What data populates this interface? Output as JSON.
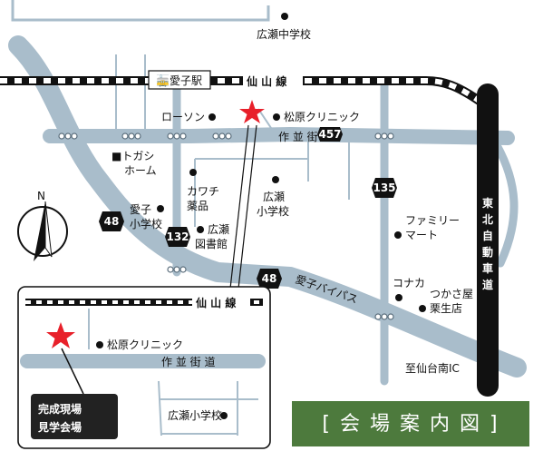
{
  "map": {
    "title": "[ 会 場 案 内 図 ]",
    "accent_color": "#e8202a",
    "road_color": "#a9bdcb",
    "title_bg": "#4d7a3d",
    "railway": "仙 山 線",
    "expressway": "東北自動車道",
    "streets": {
      "sakunami_kaido": "作 並 街 道",
      "ayashi_bypass": "愛子バイパス"
    },
    "route_numbers": {
      "r457": "457",
      "r135": "135",
      "r132": "132",
      "r48a": "48",
      "r48b": "48"
    },
    "places": {
      "hirose_jhs": "広瀬中学校",
      "ayashi_station": "愛子駅",
      "lawson": "ローソン",
      "matsubara_clinic": "松原クリニック",
      "togashi_home": "■トガシ\nホーム",
      "kawachi": "カワチ\n薬品",
      "hirose_es": "広瀬\n小学校",
      "ayashi_es": "愛子\n小学校",
      "hirose_library": "広瀬\n図書館",
      "familymart": "ファミリー\nマート",
      "konaka": "コナカ",
      "tsukasaya": "つかさ屋\n栗生店",
      "sendai_minami_ic": "至仙台南IC"
    },
    "north": "N",
    "inset": {
      "railway": "仙 山 線",
      "clinic": "松原クリニック",
      "street": "作 並 街 道",
      "school": "広瀬小学校",
      "venue": "完成現場\n見学会場"
    }
  }
}
